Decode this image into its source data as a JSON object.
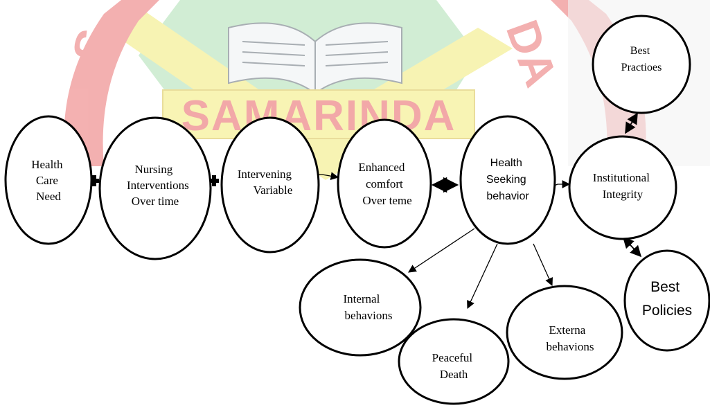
{
  "watermark": {
    "text": "SAMARINDA",
    "left_letters": "S",
    "right_letters": "DA"
  },
  "nodes": {
    "health_care_need": [
      "Health",
      "Care",
      "Need"
    ],
    "nursing_interventions": [
      "Nursing",
      "Interventions",
      "Over time"
    ],
    "intervening_variable": [
      "Intervening",
      "Variable"
    ],
    "enhanced_comfort": [
      "Enhanced",
      "comfort",
      "Over teme"
    ],
    "health_seeking": [
      "Health",
      "Seeking",
      "behavior"
    ],
    "institutional_integrity": [
      "Institutional",
      "Integrity"
    ],
    "best_practices": [
      "Best",
      "Practioes"
    ],
    "best_policies": [
      "Best",
      "Policies"
    ],
    "internal_behaviors": [
      "Internal",
      "behavions"
    ],
    "peaceful_death": [
      "Peaceful",
      "Death"
    ],
    "external_behaviors": [
      "Externa",
      "behavions"
    ]
  },
  "colors": {
    "watermark_red": "#ef8f8f",
    "watermark_green": "#bfe6c4",
    "watermark_yellow": "#f7f3a8",
    "watermark_green_dark": "#6bc47a",
    "line": "#000000"
  }
}
